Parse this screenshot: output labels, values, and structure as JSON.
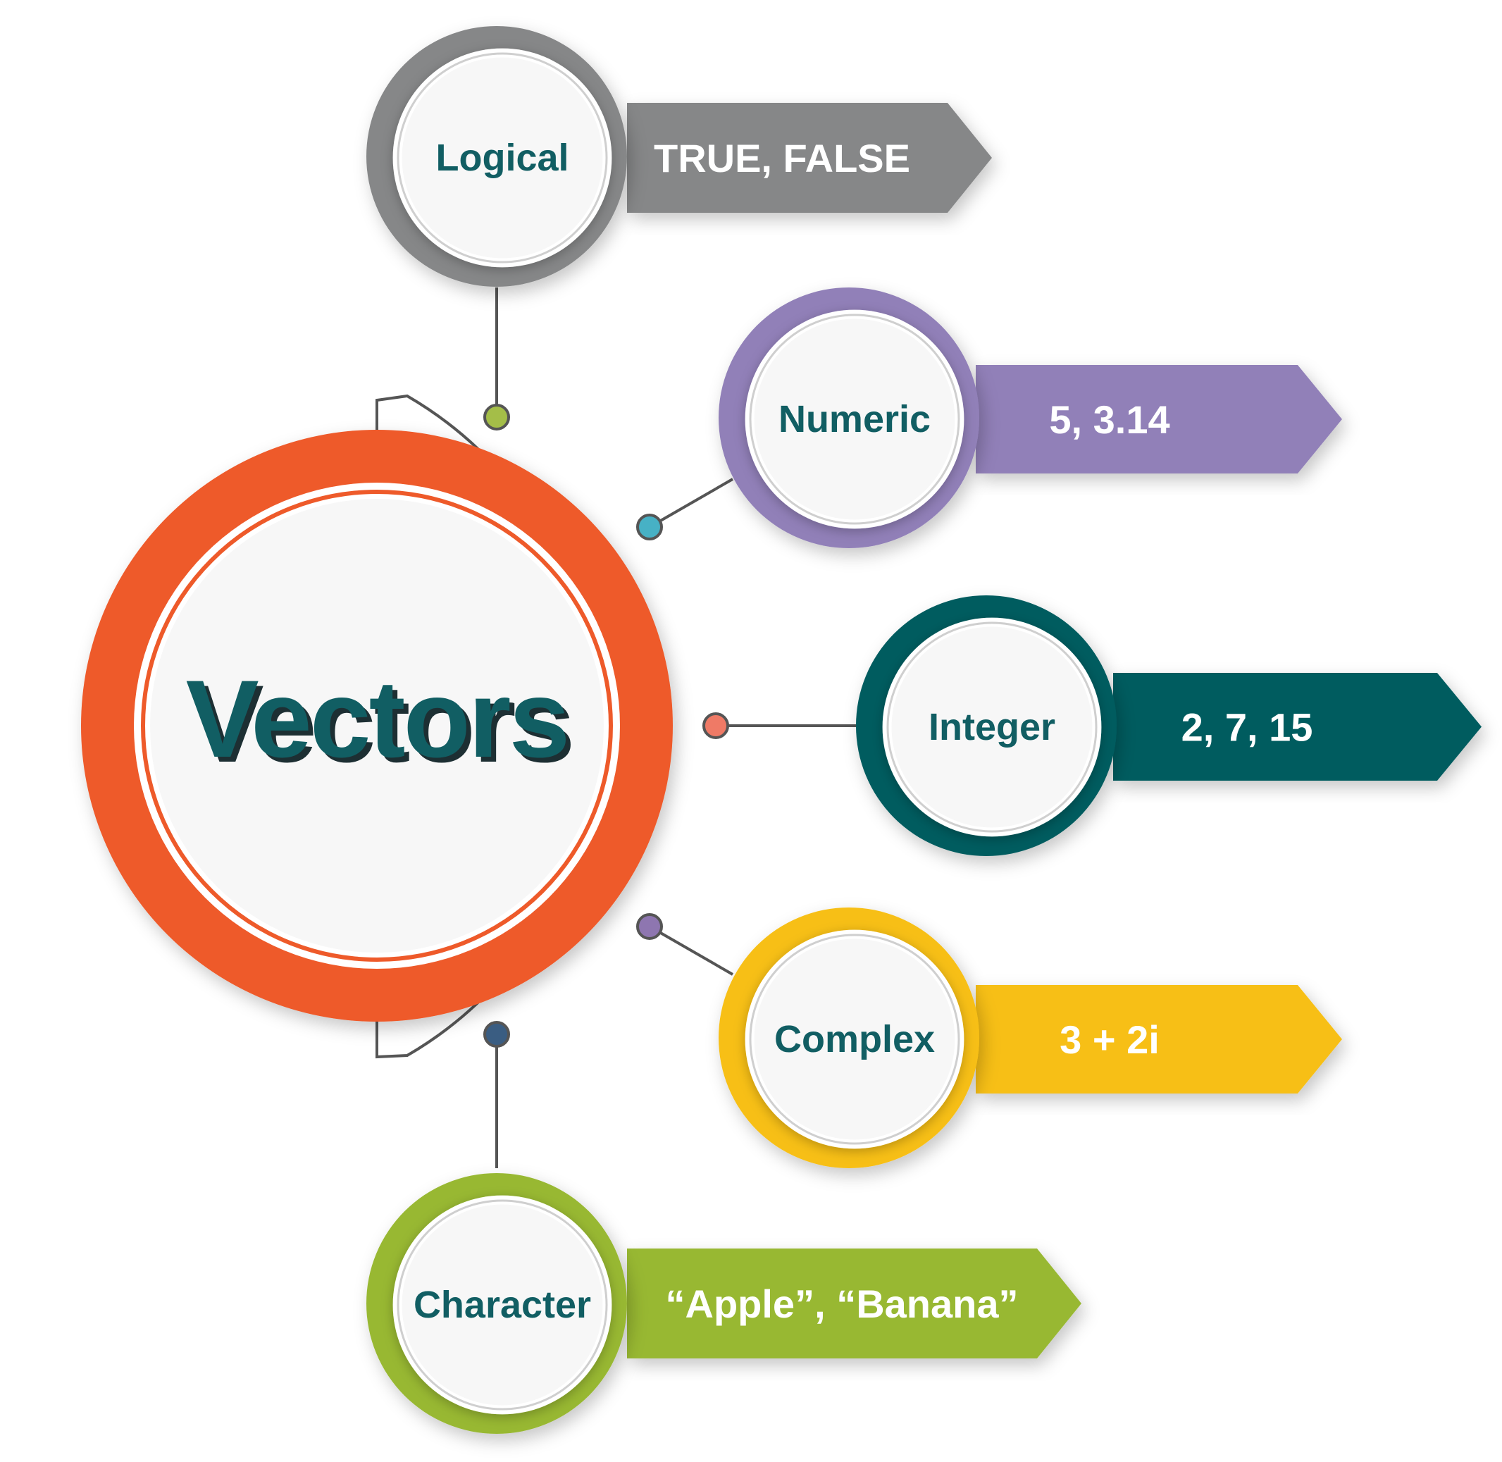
{
  "title": "Vectors",
  "colors": {
    "center_ring": "#ee5a2a",
    "label_text": "#115e63",
    "title_shadow": "#1d2f33",
    "connector": "#555555",
    "circle_fill": "#f7f7f7",
    "banner_text": "#ffffff"
  },
  "types": [
    {
      "label": "Logical",
      "example": "TRUE, FALSE",
      "color": "#868788",
      "dot_color": "#a4be48"
    },
    {
      "label": "Numeric",
      "example": "5, 3.14",
      "color": "#9180b8",
      "dot_color": "#47b1c5"
    },
    {
      "label": "Integer",
      "example": "2,  7,  15",
      "color": "#035b5f",
      "dot_color": "#ef7a66"
    },
    {
      "label": "Complex",
      "example": "3  +  2i",
      "color": "#f7bf18",
      "dot_color": "#8e76b0"
    },
    {
      "label": "Character",
      "example": "“Apple”, “Banana”",
      "color": "#98b833",
      "dot_color": "#3a5d82"
    }
  ]
}
